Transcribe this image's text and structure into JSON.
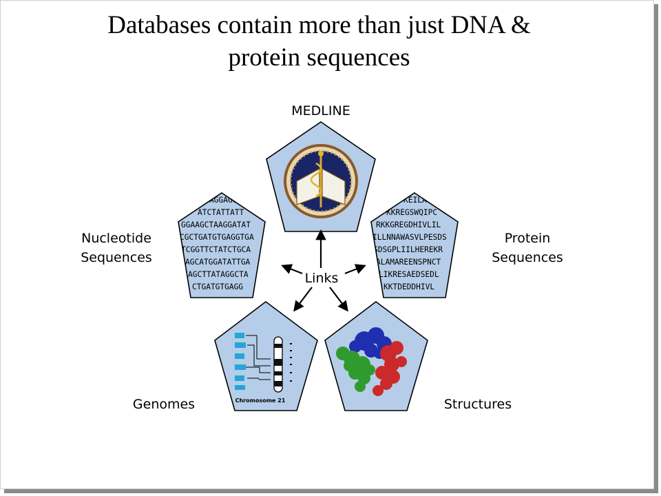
{
  "slide": {
    "title_line1": "Databases contain more than just DNA &",
    "title_line2": "protein sequences"
  },
  "diagram": {
    "center_label": "Links",
    "nodes": {
      "medline": {
        "label": "MEDLINE"
      },
      "nucleotide": {
        "label_line1": "Nucleotide",
        "label_line2": "Sequences",
        "sequence_lines": [
          "AGGAGGT",
          "ATCTATTATT",
          "GGAAGCTAAGGATAT",
          "CGCTGATGTGAGGTGA",
          "TCGGTTCTATCTGCA",
          "AGCATGGATATTGA",
          "AGCTTATAGGCTA",
          "CTGATGTGAGG"
        ]
      },
      "protein": {
        "label_line1": "Protein",
        "label_line2": "Sequences",
        "sequence_lines": [
          "KEILA",
          "KKREGSWQIPC",
          "RKKGREGDHIVLIL",
          "ILLNNAWASVLPESDS",
          "SDSGPLIILHEREKR",
          "ALAMAREENSPNCT",
          "LIKRESAEDSEDL",
          "KKTDEDDHIVL"
        ]
      },
      "genomes": {
        "label": "Genomes",
        "caption": "Chromosome 21"
      },
      "structures": {
        "label": "Structures"
      }
    },
    "colors": {
      "pentagon_fill": "#b5cde8",
      "pentagon_stroke": "#000000",
      "helix_red": "#cc2a2a",
      "helix_green": "#2f9b2f",
      "helix_blue": "#1f2fb0",
      "seal_navy": "#1a2566",
      "seal_brown": "#8a5a2b",
      "gene_cyan": "#25a6d8"
    }
  }
}
